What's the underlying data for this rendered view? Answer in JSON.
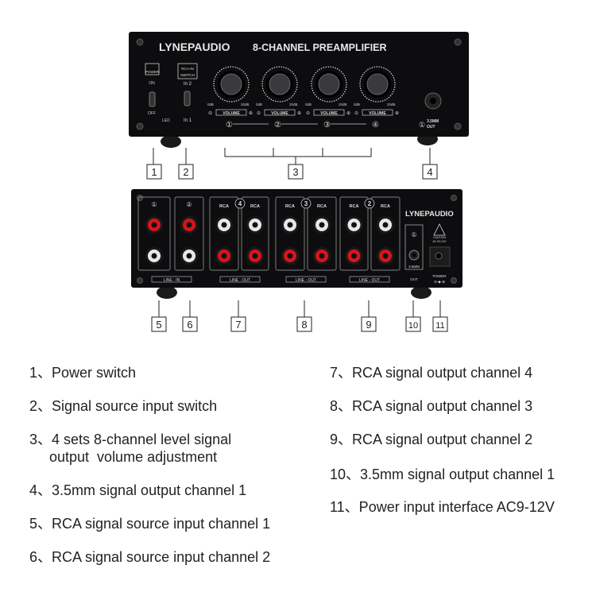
{
  "front_panel": {
    "brand": "LYNEPAUDIO",
    "model": "8-CHANNEL PREAMPLIFIER",
    "power_label": "POWER",
    "on_label": "ON",
    "off_label": "OFF",
    "led_label": "LED",
    "switch_label_1": "RCA-IN",
    "switch_label_2": "SWITCH",
    "in2_label": "In 2",
    "in1_label": "In 1",
    "knob_min": "0dB",
    "knob_max": "20dB",
    "volume_label": "VOLUME",
    "channels": [
      "①",
      "②",
      "③",
      "④"
    ],
    "out_num": "①",
    "out_label_1": "3.5MM",
    "out_label_2": "OUT"
  },
  "back_panel": {
    "brand": "LYNEPAUDIO",
    "in_nums": [
      "①",
      "②"
    ],
    "out_nums": [
      "4",
      "3",
      "2"
    ],
    "rca_label": "RCA",
    "line_in": "LINE - IN",
    "line_out": "LINE - OUT",
    "out_num": "①",
    "jack_label": "3.5MM",
    "out_label": "OUT",
    "caution": "CAUTION",
    "caution_volt": "AC 9V-12V",
    "power_label": "POWER",
    "polarity": "⊖-◆-⊕"
  },
  "callouts": [
    "1",
    "2",
    "3",
    "4",
    "5",
    "6",
    "7",
    "8",
    "9",
    "10",
    "11"
  ],
  "legend": {
    "left": [
      "1、Power switch",
      "2、Signal source input switch",
      "3、4 sets 8-channel level signal\n     output  volume adjustment",
      "4、3.5mm signal output channel 1",
      "5、RCA signal source input channel 1",
      "6、RCA signal source input channel 2"
    ],
    "right": [
      "7、RCA signal output channel 4",
      "8、RCA signal output channel 3",
      "9、RCA signal output channel 2",
      "10、3.5mm signal output channel 1",
      "11、Power input interface AC9-12V"
    ]
  },
  "colors": {
    "panel": "#0d0d0f",
    "rca_red": "#d8141c",
    "rca_white": "#e8e8e8",
    "print": "#e6e6e6"
  }
}
